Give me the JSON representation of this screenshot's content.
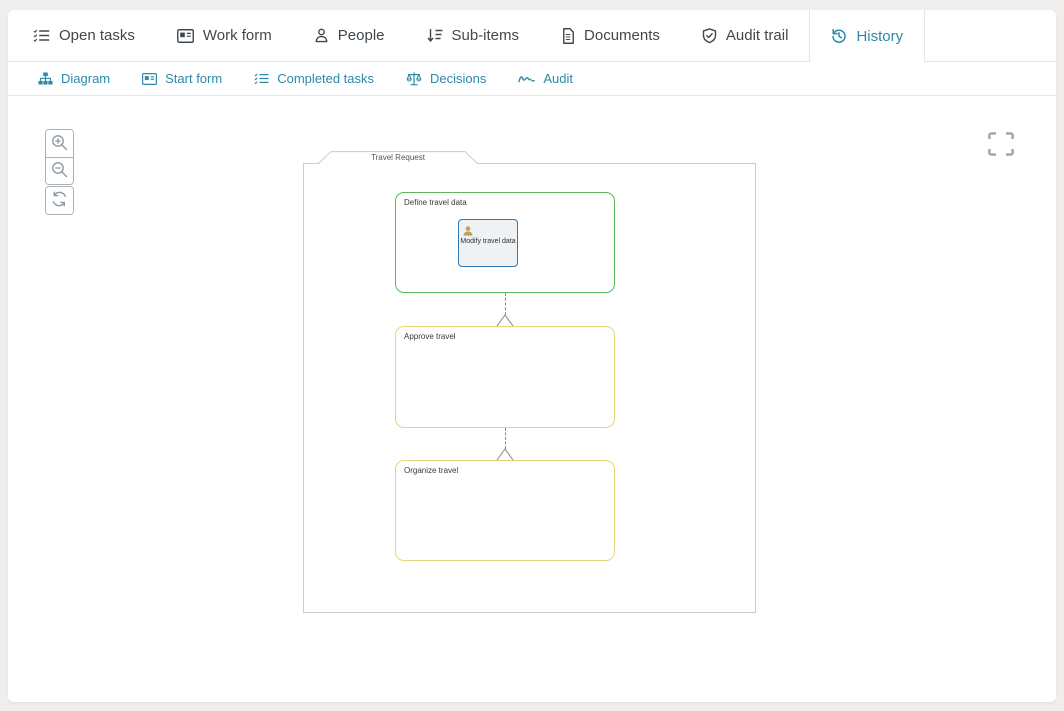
{
  "tabs": {
    "primary": [
      {
        "label": "Open tasks",
        "icon": "list-check-icon",
        "active": false
      },
      {
        "label": "Work form",
        "icon": "form-card-icon",
        "active": false
      },
      {
        "label": "People",
        "icon": "person-icon",
        "active": false
      },
      {
        "label": "Sub-items",
        "icon": "sort-down-icon",
        "active": false
      },
      {
        "label": "Documents",
        "icon": "document-icon",
        "active": false
      },
      {
        "label": "Audit trail",
        "icon": "shield-check-icon",
        "active": false
      },
      {
        "label": "History",
        "icon": "history-icon",
        "active": true
      }
    ],
    "secondary": [
      {
        "label": "Diagram",
        "icon": "sitemap-icon"
      },
      {
        "label": "Start form",
        "icon": "form-card-icon"
      },
      {
        "label": "Completed tasks",
        "icon": "list-check-icon"
      },
      {
        "label": "Decisions",
        "icon": "scale-icon"
      },
      {
        "label": "Audit",
        "icon": "signature-icon"
      }
    ]
  },
  "toolbar": {
    "zoom_in": "zoom-in",
    "zoom_out": "zoom-out",
    "refresh": "refresh",
    "fullscreen": "fullscreen"
  },
  "diagram": {
    "title": "Travel Request",
    "stages": [
      {
        "label": "Define travel data",
        "border_color": "#5cb85c",
        "tasks": [
          {
            "label": "Modify travel data",
            "type": "user-task"
          }
        ]
      },
      {
        "label": "Approve travel",
        "border_color": "#e7d57e",
        "tasks": []
      },
      {
        "label": "Organize travel",
        "border_color": "#e7d57e",
        "tasks": []
      }
    ],
    "gateway_count": 2,
    "connector_style": "dashed"
  },
  "colors": {
    "accent_teal": "#2d89a6",
    "tab_text": "#40484f",
    "stage_green": "#5cb85c",
    "stage_yellow": "#e7d57e",
    "task_border": "#2e77b8",
    "task_fill": "#eef2f5",
    "person_icon": "#c5a05a",
    "page_background": "#f0eeec",
    "pane_border": "#cccccc"
  }
}
